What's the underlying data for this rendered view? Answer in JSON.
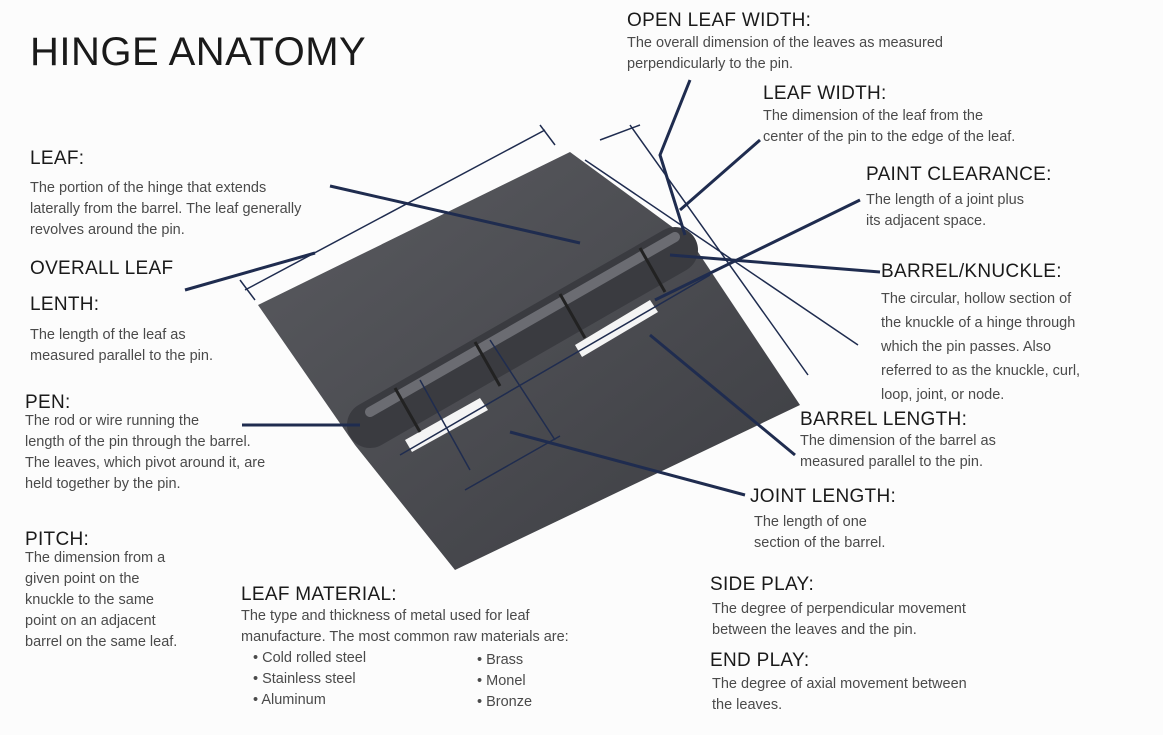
{
  "title": "HINGE ANATOMY",
  "labels": {
    "open_leaf_width": {
      "heading": "OPEN LEAF WIDTH:",
      "text": "The overall dimension of the leaves as measured\nperpendicularly to the pin."
    },
    "leaf_width": {
      "heading": "LEAF WIDTH:",
      "text": "The dimension of the leaf from the\ncenter of the pin to the edge of the leaf."
    },
    "leaf": {
      "heading": "LEAF:",
      "text": "The portion of the hinge that extends\nlaterally from the barrel. The leaf generally\nrevolves around the pin."
    },
    "paint_clearance": {
      "heading": "PAINT CLEARANCE:",
      "text": "The length of a joint plus\n its adjacent space."
    },
    "overall_leaf_length": {
      "heading": "OVERALL LEAF",
      "heading2": "LENTH:",
      "text": "The length of the leaf as\nmeasured parallel to the pin."
    },
    "barrel_knuckle": {
      "heading": "BARREL/KNUCKLE:",
      "text": "The circular, hollow section of\nthe knuckle of a hinge through\nwhich the pin passes. Also\nreferred to as the knuckle, curl,\nloop, joint, or node."
    },
    "pen": {
      "heading": "PEN:",
      "text": "The rod or wire running the\nlength of the pin through the barrel.\nThe leaves, which pivot around it, are\nheld together by the pin."
    },
    "barrel_length": {
      "heading": "BARREL LENGTH:",
      "text": "The dimension of the barrel as\nmeasured parallel to the pin."
    },
    "joint_length": {
      "heading": "JOINT LENGTH:",
      "text": "The length of one\nsection of the barrel."
    },
    "pitch": {
      "heading": "PITCH:",
      "text": "The dimension from a\ngiven point on the\nknuckle to the same\npoint on an adjacent\nbarrel on the same leaf."
    },
    "leaf_material": {
      "heading": "LEAF MATERIAL:",
      "text": "The type and thickness of metal used for leaf\nmanufacture. The most common raw materials are:",
      "materials_col1": [
        "Cold rolled steel",
        "Stainless steel",
        "Aluminum"
      ],
      "materials_col2": [
        "Brass",
        "Monel",
        "Bronze"
      ]
    },
    "side_play": {
      "heading": "SIDE PLAY:",
      "text": "The degree of perpendicular movement\nbetween the leaves and the pin."
    },
    "end_play": {
      "heading": "END PLAY:",
      "text": "The degree of axial movement between\nthe leaves."
    }
  },
  "colors": {
    "leader": "#1f2c4f",
    "metal": "#4a4b4f"
  }
}
